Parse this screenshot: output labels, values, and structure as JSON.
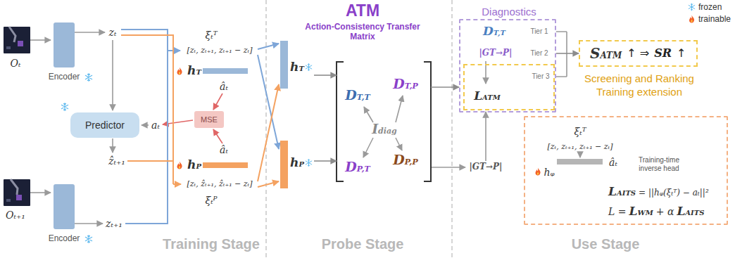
{
  "diagram": {
    "nodes": [
      {
        "text": [
          "Encoder"
        ]
      },
      {
        "text": [
          "Predictor"
        ]
      },
      {
        "text": [
          "Encoder"
        ]
      },
      {
        "text": [
          "hT"
        ]
      },
      {
        "text": [
          "MSE"
        ]
      },
      {
        "text": [
          "hP"
        ]
      },
      {
        "text": [
          "hT"
        ]
      },
      {
        "text": [
          "hP"
        ]
      },
      {
        "text": [
          "DT,T",
          "DT,P",
          "Idiag",
          "DP,T",
          "DP,P"
        ]
      },
      {
        "text": [
          "Diagnostics",
          "DT,T",
          "Tier 1",
          "|GT→P|",
          "Tier 2"
        ]
      },
      {
        "text": [
          "LATM",
          "Tier 3"
        ],
        "in": 9
      },
      {
        "text": [
          "SATM",
          "↑ ⇒",
          "SR",
          "↑"
        ]
      },
      {
        "text": [
          "ξₜᵀ",
          "[zₜ, zₜ₊₁, zₜ₊₁ − zₜ]",
          "âₜ",
          "Training-time inverse head",
          "LAITS",
          "= ||hᵩ(ξₜᵀ) − aₜ||²",
          "L =",
          "LWM",
          "+ α",
          "LAITS"
        ]
      },
      {
        "text": [
          "hᵩ"
        ],
        "in": 12
      }
    ],
    "edges": [
      {
        "from": 6,
        "to": 8,
        "arrow": "to"
      },
      {
        "from": 7,
        "to": 8,
        "arrow": "to"
      },
      {
        "from": 8,
        "to": 9,
        "arrow": "to"
      },
      {
        "from": 9,
        "to": 11,
        "arrow": "to"
      }
    ],
    "labels": [
      "Oₜ",
      "zₜ",
      "aₜ",
      "ẑₜ₊₁",
      "Oₜ₊₁",
      "zₜ₊₁",
      "ξₜᵀ",
      "[zₜ, zₜ₊₁, zₜ₊₁ − zₜ]",
      "âₜ",
      "âₜ",
      "[zₜ, ẑₜ₊₁, ẑₜ₊₁ − zₜ]",
      "ξₜᴾ",
      "Training Stage",
      "ATM",
      "Action-Consistency Transfer Matrix",
      "Probe Stage",
      "|GT→P|",
      "Screening and Ranking",
      "Training extension",
      "Use Stage"
    ],
    "legend": [
      {
        "text": "frozen"
      },
      {
        "text": "trainable"
      }
    ]
  }
}
